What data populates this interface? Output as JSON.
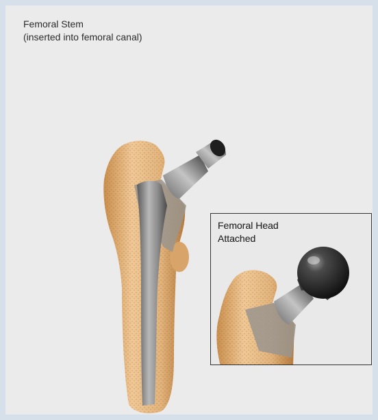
{
  "main_illustration": {
    "caption_line1": "Femoral Stem",
    "caption_line2": "(inserted into femoral canal)"
  },
  "inset": {
    "caption_line1": "Femoral Head",
    "caption_line2": "Attached"
  },
  "colors": {
    "background": "#ebebeb",
    "bone": "#e2b47c",
    "metal": "#8c8c8c",
    "metal_dark": "#2b2b2b"
  }
}
